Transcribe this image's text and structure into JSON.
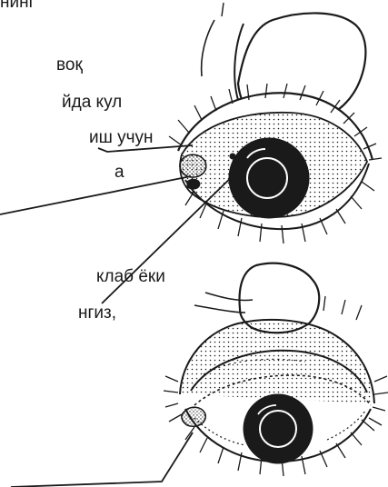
{
  "text_lines": [
    "нинг",
    "воқ",
    "йда кул",
    "иш учун",
    "а",
    "клаб ёки",
    "нгиз,"
  ],
  "colors": {
    "ink": "#1a1a1a",
    "background": "#ffffff"
  },
  "icons": [
    "finger-icon",
    "eye-icon",
    "eyelid-icon"
  ]
}
